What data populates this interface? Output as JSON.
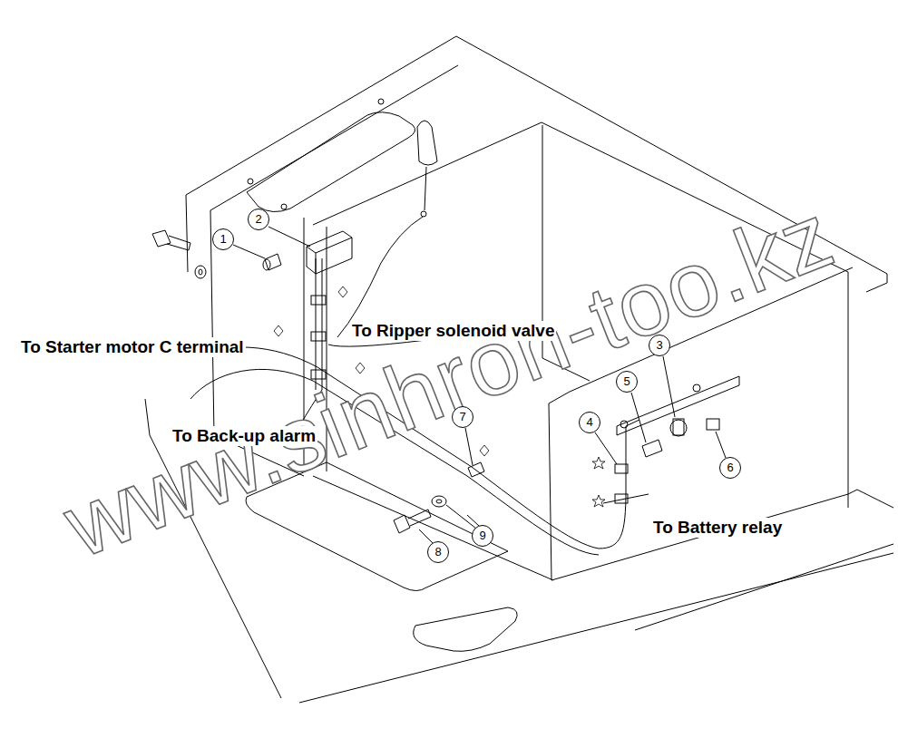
{
  "diagram": {
    "labels": [
      "2",
      "1",
      "To Ripper solenoid valve",
      "To Starter motor C terminal",
      "3",
      "5",
      "7",
      "4",
      "To Back-up alarm",
      "6",
      "To Battery relay",
      "9",
      "8",
      "www.sinhron-too.kz"
    ]
  }
}
